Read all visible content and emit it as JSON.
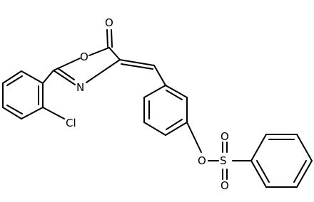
{
  "atoms": {
    "carbonyl_o": "O",
    "ring_o": "O",
    "ring_n": "N",
    "chlorine": "Cl",
    "ester_o": "O",
    "sulfur": "S",
    "sulfonyl_o_top": "O",
    "sulfonyl_o_bottom": "O"
  },
  "colors": {
    "bond": "#000000",
    "label": "#000000",
    "background": "#ffffff"
  }
}
